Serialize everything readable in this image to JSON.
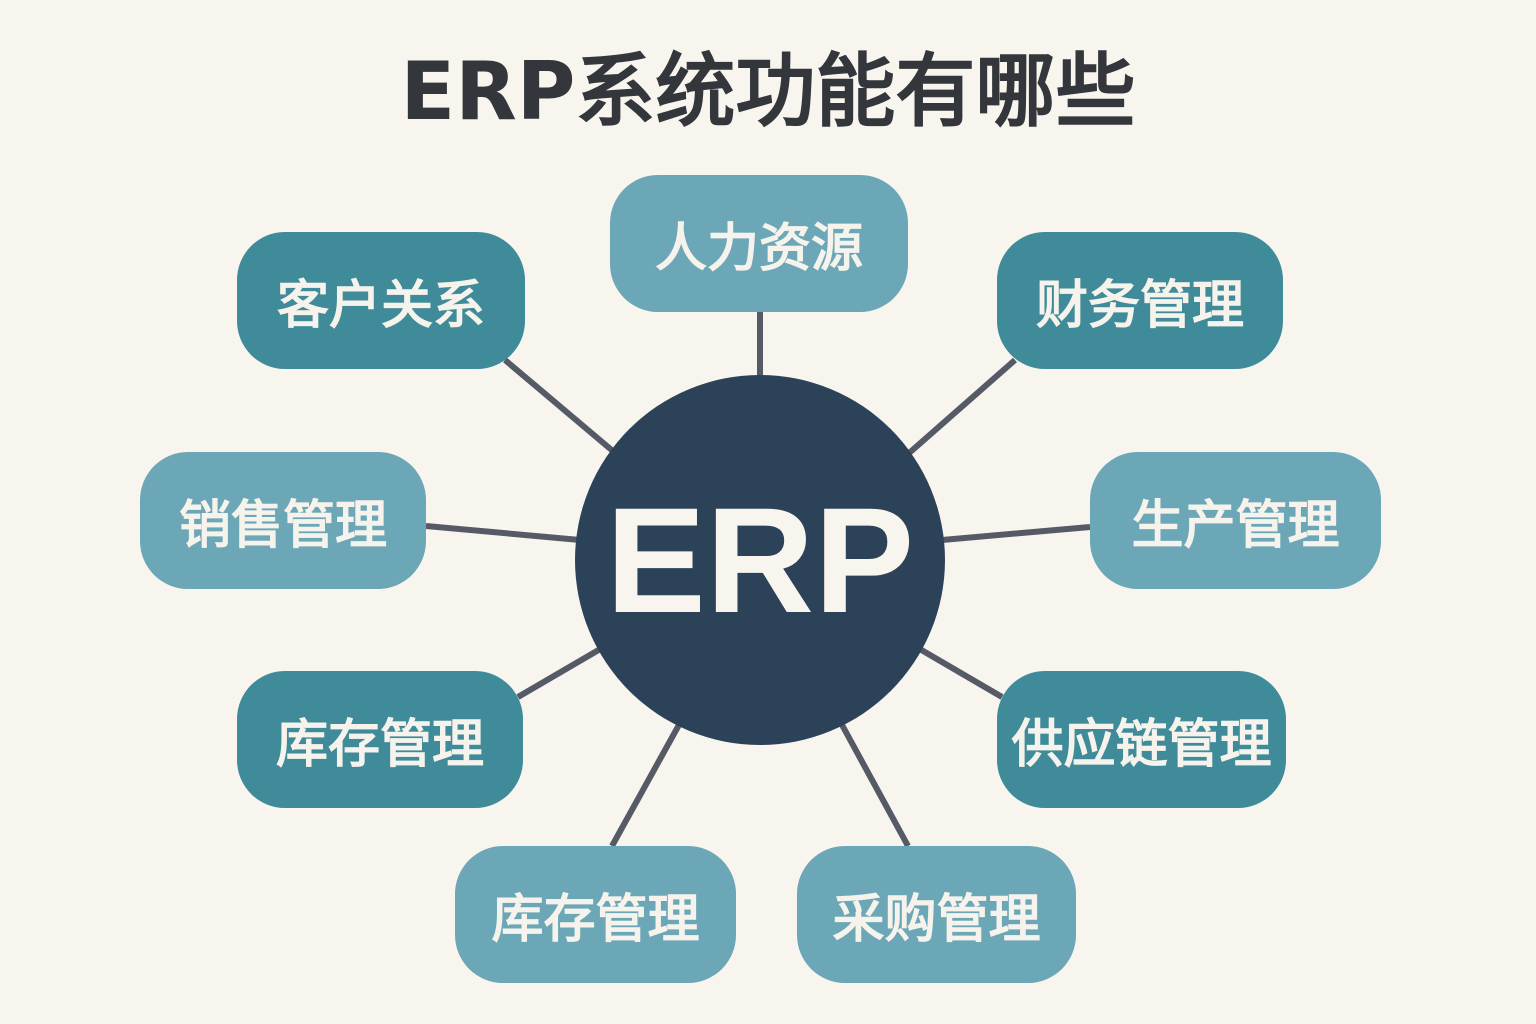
{
  "title": "ERP系统功能有哪些",
  "hub": {
    "label": "ERP",
    "color": "#2c4258"
  },
  "colors": {
    "dark_node": "#3f8b99",
    "light_node": "#6ba7b7",
    "connector": "#555a66",
    "background": "#f8f5ee"
  },
  "modules": [
    {
      "label": "人力资源"
    },
    {
      "label": "客户关系"
    },
    {
      "label": "财务管理"
    },
    {
      "label": "销售管理"
    },
    {
      "label": "生产管理"
    },
    {
      "label": "库存管理"
    },
    {
      "label": "供应链管理"
    },
    {
      "label": "库存管理"
    },
    {
      "label": "采购管理"
    }
  ]
}
